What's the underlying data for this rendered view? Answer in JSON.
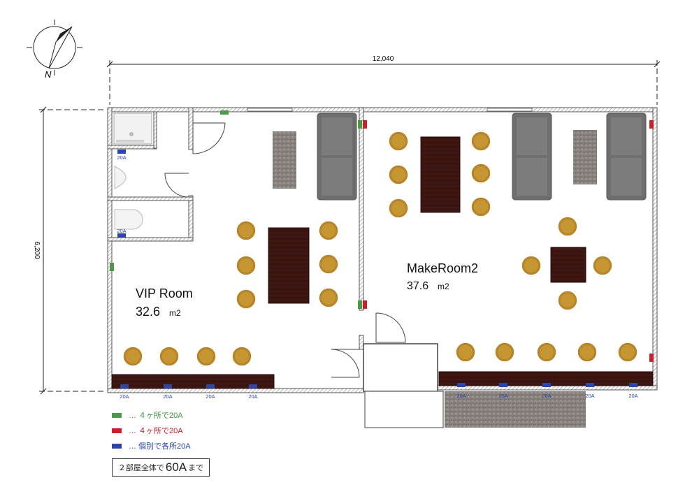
{
  "dimensions": {
    "width_label": "12,040",
    "height_label": "6,200"
  },
  "compass": {
    "label": "N"
  },
  "rooms": [
    {
      "name": "VIP Room",
      "area": "32.6",
      "unit": "m2"
    },
    {
      "name": "MakeRoom2",
      "area": "37.6",
      "unit": "m2"
    }
  ],
  "outlet_label": "20A",
  "legend": [
    {
      "color": "#4a9a4a",
      "text": "… ４ヶ所で20A",
      "text_color": "#3f8f3f"
    },
    {
      "color": "#cc1f2a",
      "text": "… ４ヶ所で20A",
      "text_color": "#c8202a"
    },
    {
      "color": "#2b46a8",
      "text": "… 個別で各所20A",
      "text_color": "#2b46a8"
    }
  ],
  "note": {
    "prefix": "２部屋全体で",
    "amount": "60A",
    "suffix": "まで"
  },
  "colors": {
    "wood": "#3a1410",
    "chair": "#b8862a",
    "sofa": "#6e6e6e",
    "wall": "#555555"
  }
}
